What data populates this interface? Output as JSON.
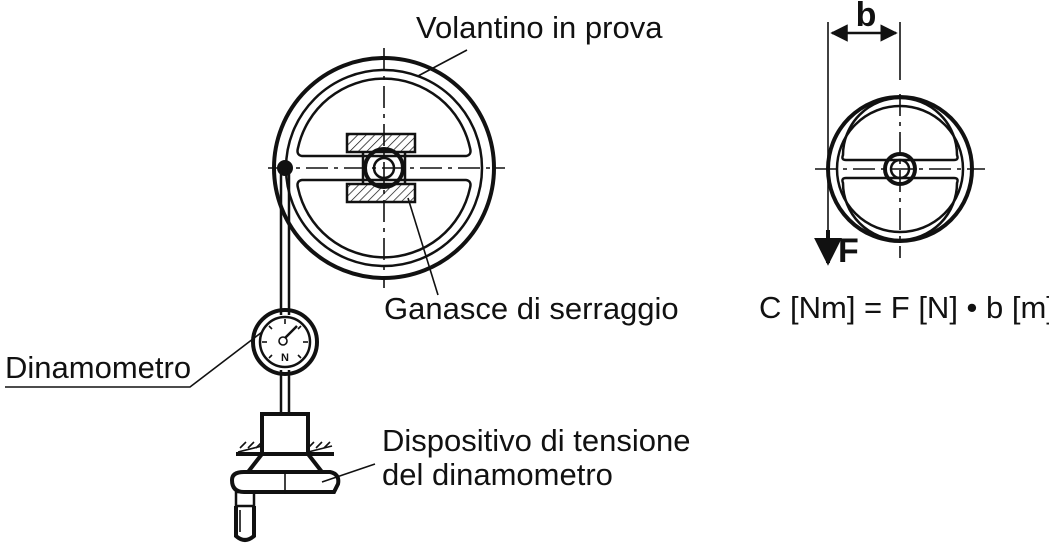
{
  "labels": {
    "handwheel_under_test": "Volantino in prova",
    "clamping_jaws": "Ganasce di serraggio",
    "dynamometer": "Dinamometro",
    "tension_device_line1": "Dispositivo di tensione",
    "tension_device_line2": "del dinamometro",
    "dimension_b": "b",
    "force_f": "F",
    "formula": "C [Nm] = F [N] • b [m]"
  },
  "dial_mark": "N",
  "colors": {
    "ink": "#111111",
    "background": "#ffffff"
  }
}
